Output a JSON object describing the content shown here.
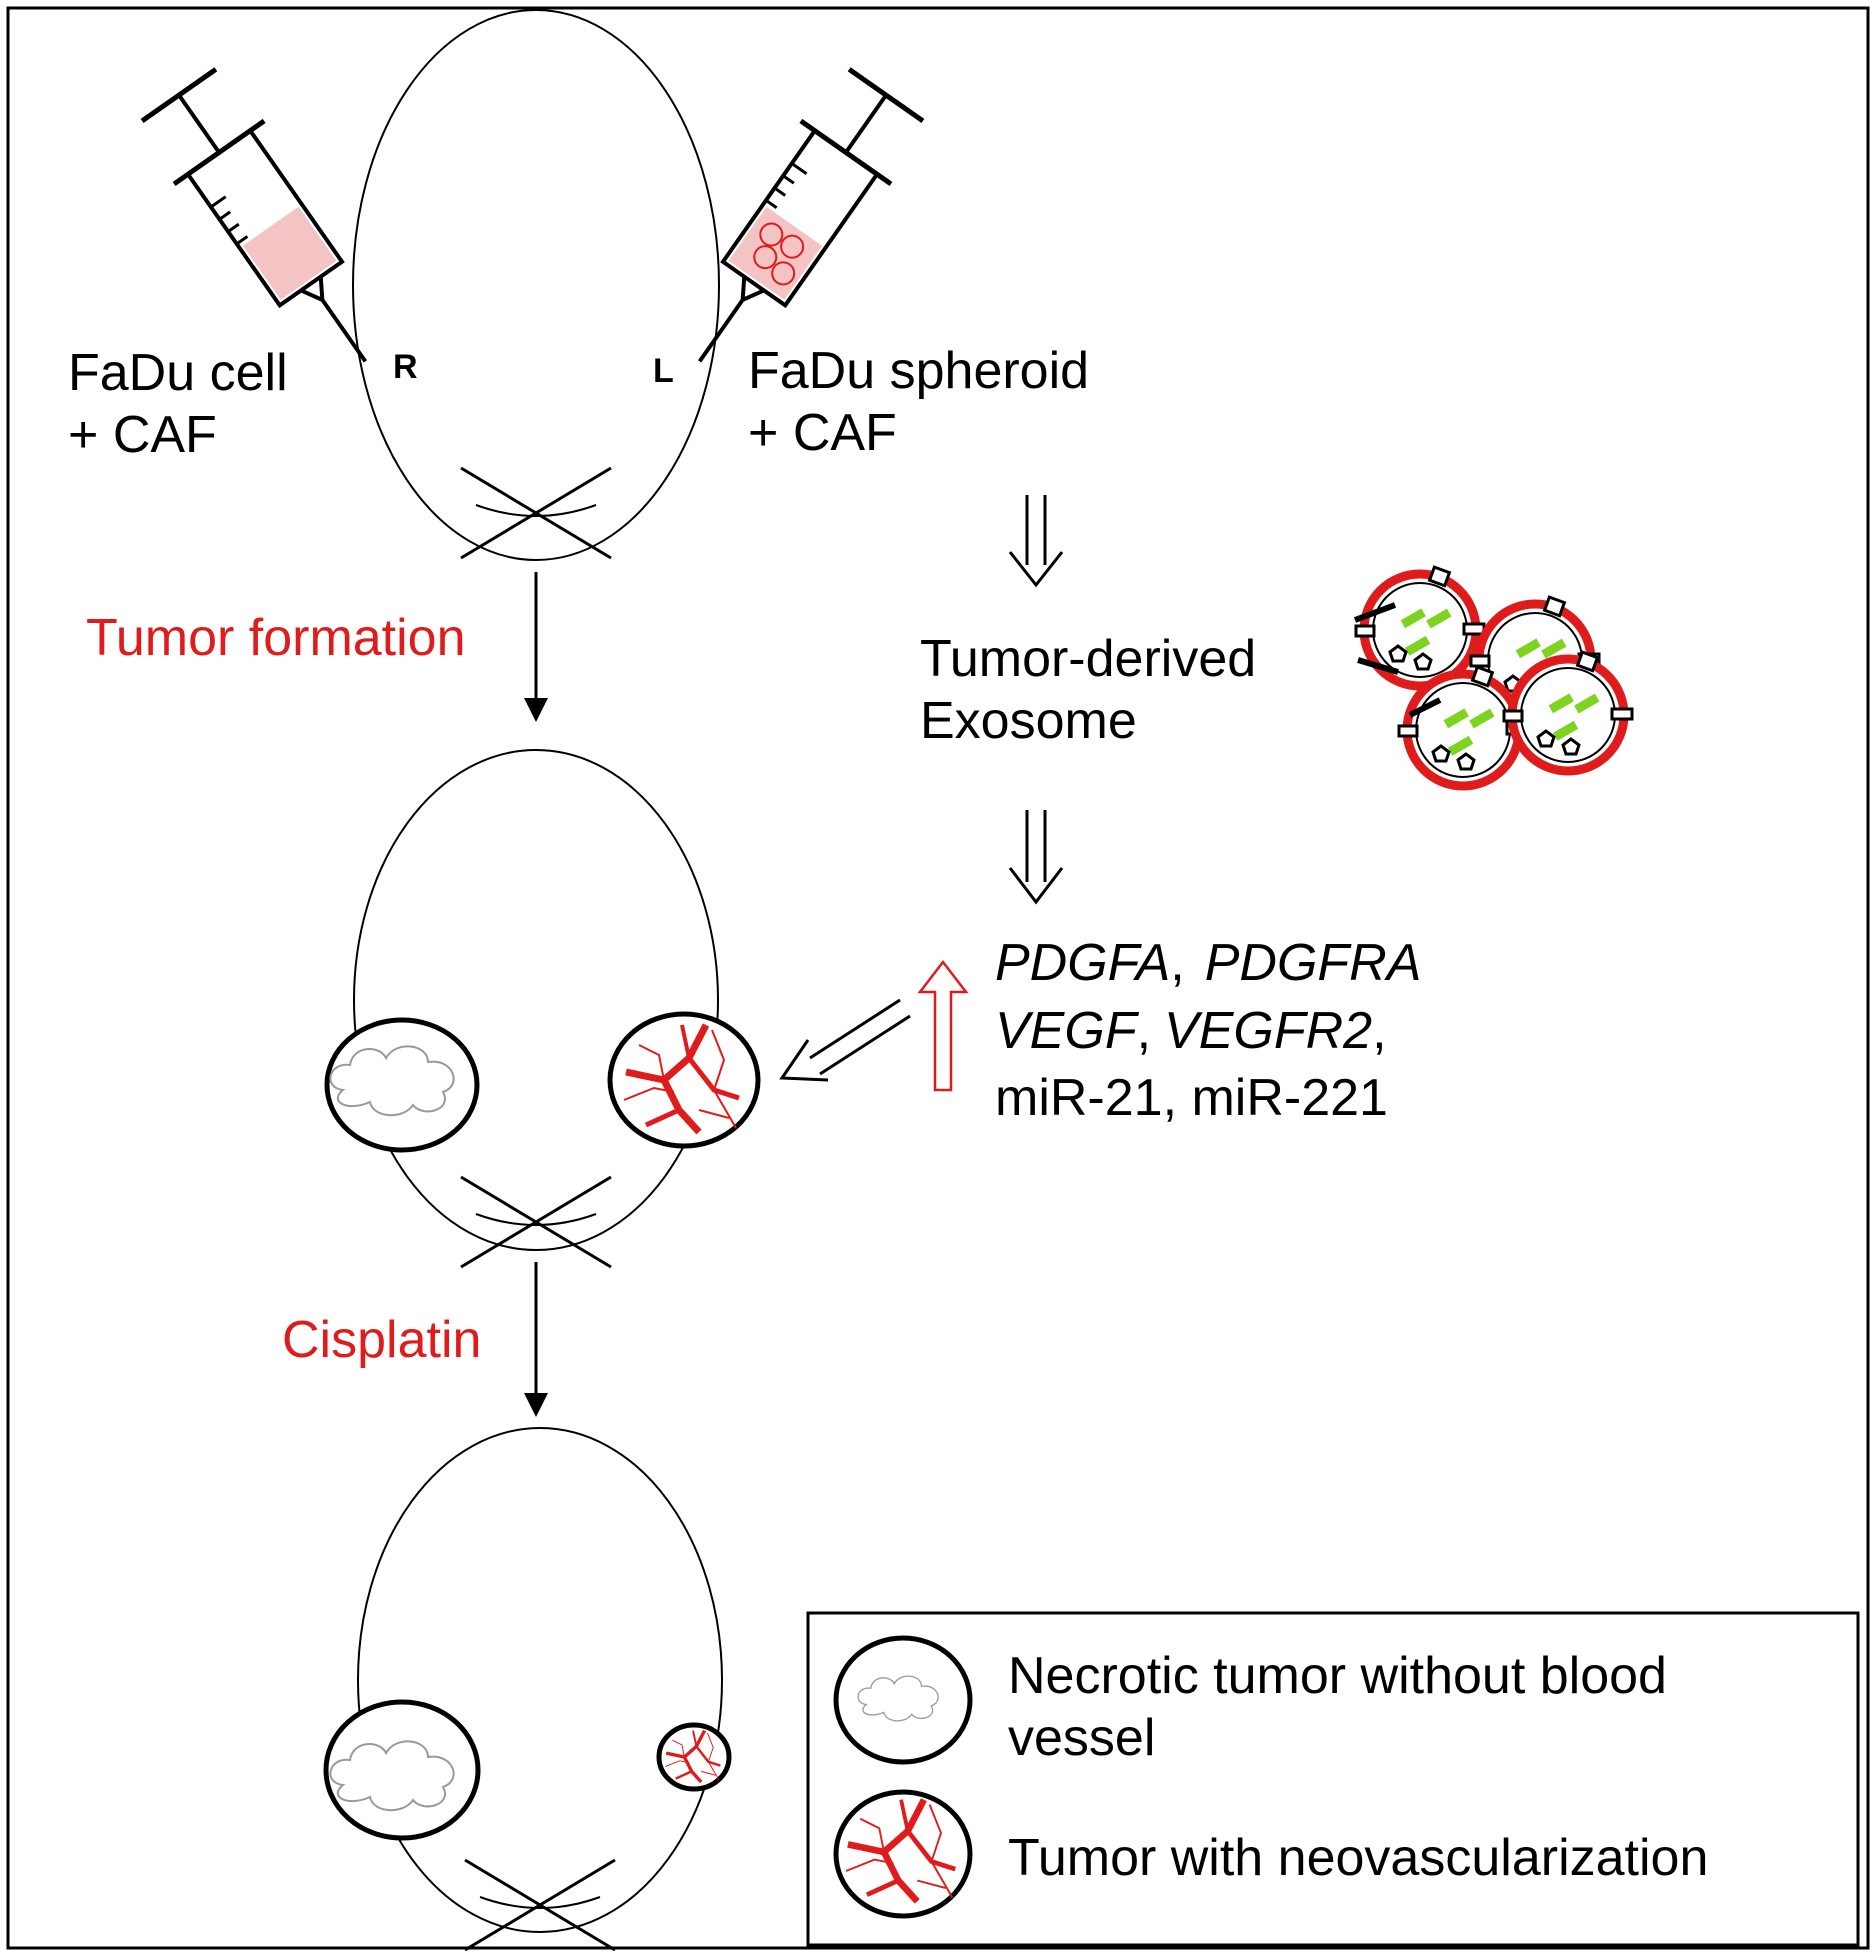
{
  "injection": {
    "right_label": "R",
    "left_label": "L",
    "right_line1": "FaDu cell",
    "right_line2": "+ CAF",
    "left_line1": "FaDu spheroid",
    "left_line2": "+ CAF"
  },
  "steps": {
    "tumor_formation": "Tumor formation",
    "cisplatin": "Cisplatin"
  },
  "exosome": {
    "line1": "Tumor-derived",
    "line2": "Exosome"
  },
  "upregulated": {
    "pdgfa": "PDGFA",
    "sep1": ",",
    "pdgfra": "PDGFRA",
    "vegf": "VEGF",
    "sep2": ",",
    "vegfr2": "VEGFR2",
    "sep3": ",",
    "mirnas": "miR-21, miR-221"
  },
  "legend": {
    "necrotic_line1": "Necrotic tumor without blood",
    "necrotic_line2": "vessel",
    "neovascular": "Tumor with neovascularization"
  },
  "colors": {
    "accent_red": "#e01b1b",
    "syringe_fill": "#f4c4c4",
    "exosome_green": "#7ed321",
    "stroke": "#000000"
  }
}
